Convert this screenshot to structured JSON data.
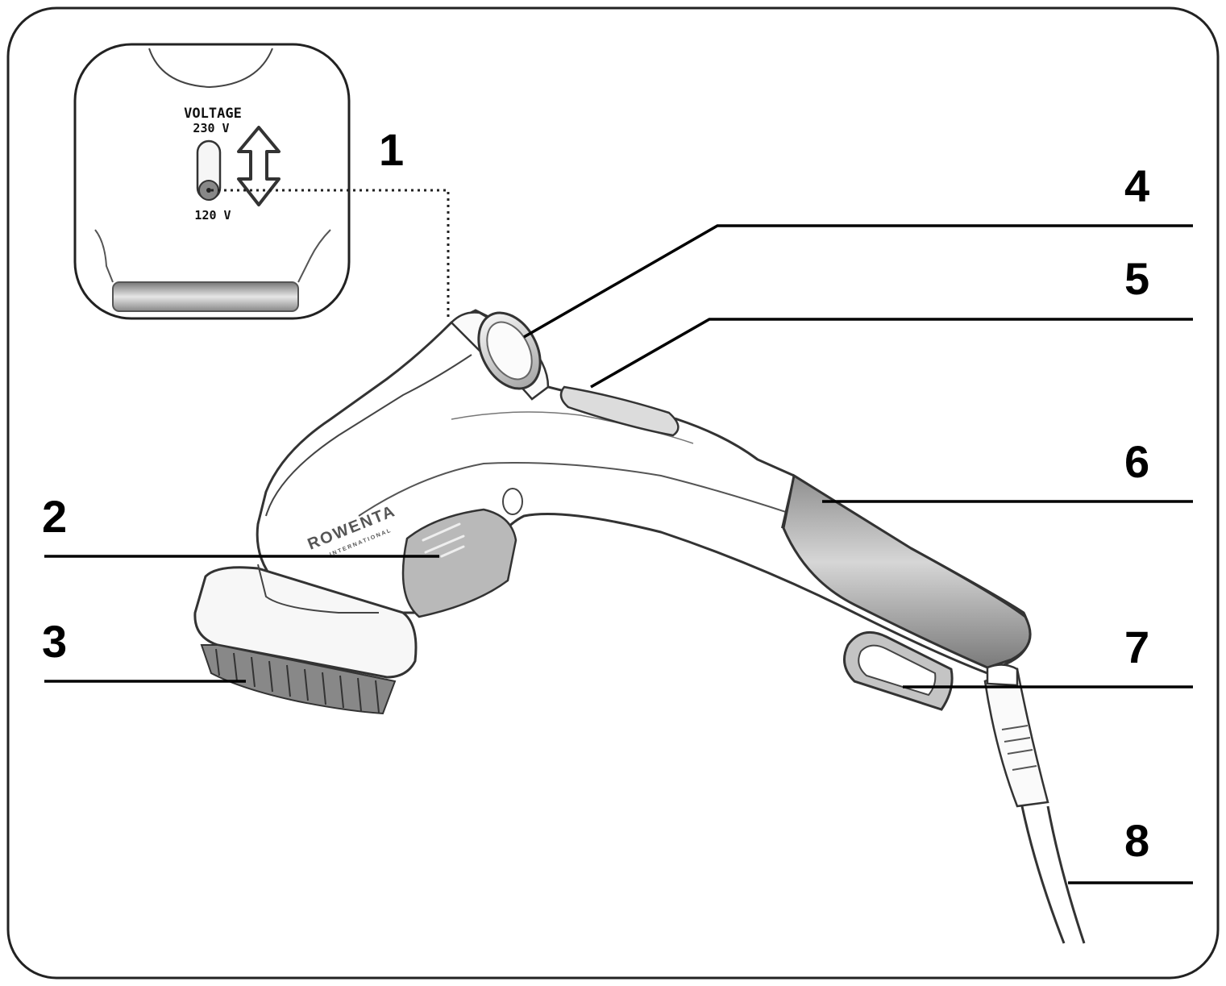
{
  "callouts": {
    "c1": "1",
    "c2": "2",
    "c3": "3",
    "c4": "4",
    "c5": "5",
    "c6": "6",
    "c7": "7",
    "c8": "8"
  },
  "inset": {
    "voltage_label": "VOLTAGE",
    "high_voltage": "230 V",
    "low_voltage": "120 V"
  },
  "brand": {
    "logo": "ROWENTA",
    "sub": "INTERNATIONAL"
  },
  "colors": {
    "line": "#000000",
    "outline": "#333333",
    "handle_grip": "#c9c9c9",
    "accent_gray": "#9a9a9a"
  }
}
